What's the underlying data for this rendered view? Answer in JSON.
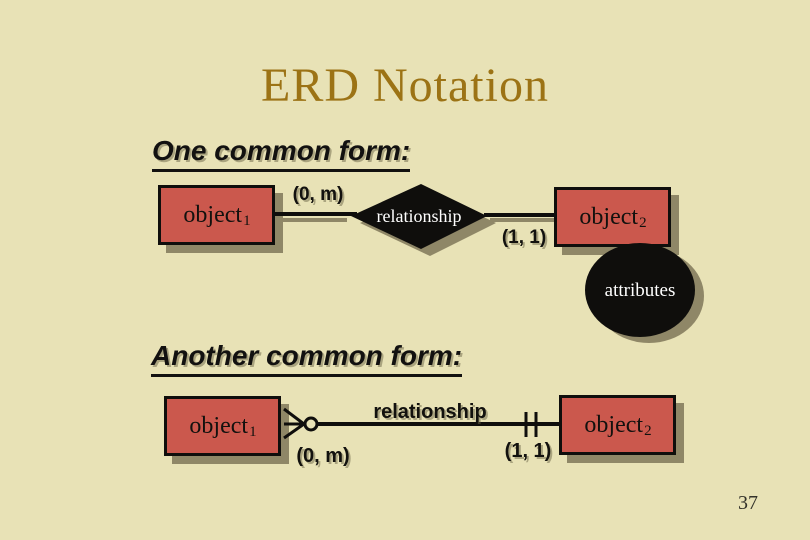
{
  "slide": {
    "title": "ERD Notation",
    "page_number": "37"
  },
  "sections": {
    "one": {
      "heading": "One common form:"
    },
    "another": {
      "heading": "Another common form:"
    }
  },
  "form1": {
    "entity1_label": "object",
    "entity1_sub": "1",
    "relationship_label": "relationship",
    "cardinality_left": "(0, m)",
    "cardinality_right": "(1, 1)",
    "entity2_label": "object",
    "entity2_sub": "2",
    "attributes_label": "attributes"
  },
  "form2": {
    "entity1_label": "object",
    "entity1_sub": "1",
    "relationship_label": "relationship",
    "cardinality_left": "(0, m)",
    "cardinality_right": "(1, 1)",
    "entity2_label": "object",
    "entity2_sub": "2"
  },
  "colors": {
    "background": "#e8e2b6",
    "title_gold": "#9c7315",
    "entity_fill": "#cb584d",
    "shape_black": "#0f0e0c",
    "shadow_olive": "#8f8767",
    "text_dark": "#12110e",
    "shape_text_white": "#ffffff"
  }
}
